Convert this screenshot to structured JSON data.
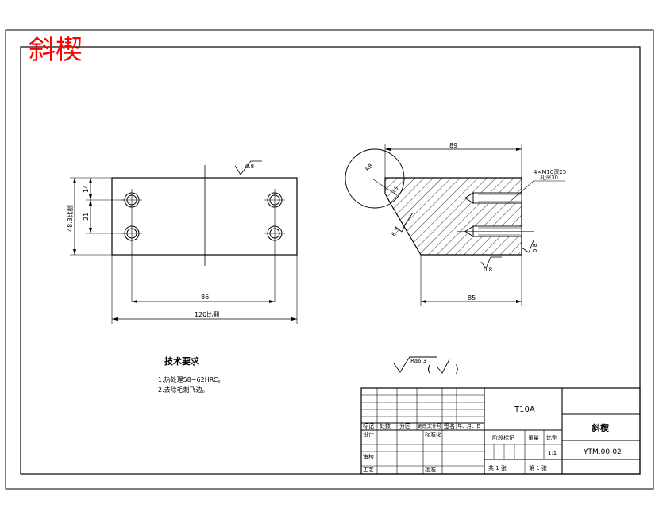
{
  "header": {
    "title": "斜楔",
    "title_color": "#ff0000"
  },
  "front_view": {
    "dim_left_total": "48.3比翻",
    "dim_top_gap": "14",
    "dim_hole_spacing": "21",
    "dim_inner": "86",
    "dim_width": "120比翻",
    "roughness": "0.8"
  },
  "side_view": {
    "dim_top": "89",
    "dim_bottom": "85",
    "dim_chamfer": "15",
    "dim_radius": "R8",
    "roughness_left": "6.3",
    "roughness_bottom": "0.8",
    "roughness_right": "0.8",
    "thread_note_1": "4×M10深25",
    "thread_note_2": "孔深30"
  },
  "tech": {
    "heading": "技术要求",
    "items": [
      "1.热处理58~62HRC。",
      "2.去除毛刺飞边。"
    ]
  },
  "surface_note": {
    "value": "Ra6.3",
    "paren_open": "(",
    "paren_close": ")"
  },
  "title_block": {
    "material": "T10A",
    "part_name": "斜楔",
    "drawing_no": "YTM.00-02",
    "hdr_mark": "标记",
    "hdr_count": "处数",
    "hdr_zone": "分区",
    "hdr_doc": "更改文件号",
    "hdr_sign": "签名",
    "hdr_date": "年、月、日",
    "row_design": "设计",
    "row_std": "标准化",
    "row_review": "审核",
    "row_process": "工艺",
    "row_approve": "批准",
    "stage_mark": "阶段标记",
    "weight": "重量",
    "scale_label": "比例",
    "scale_value": "1:1",
    "sheet_total": "共 1 张",
    "sheet_no": "第 1 张"
  }
}
